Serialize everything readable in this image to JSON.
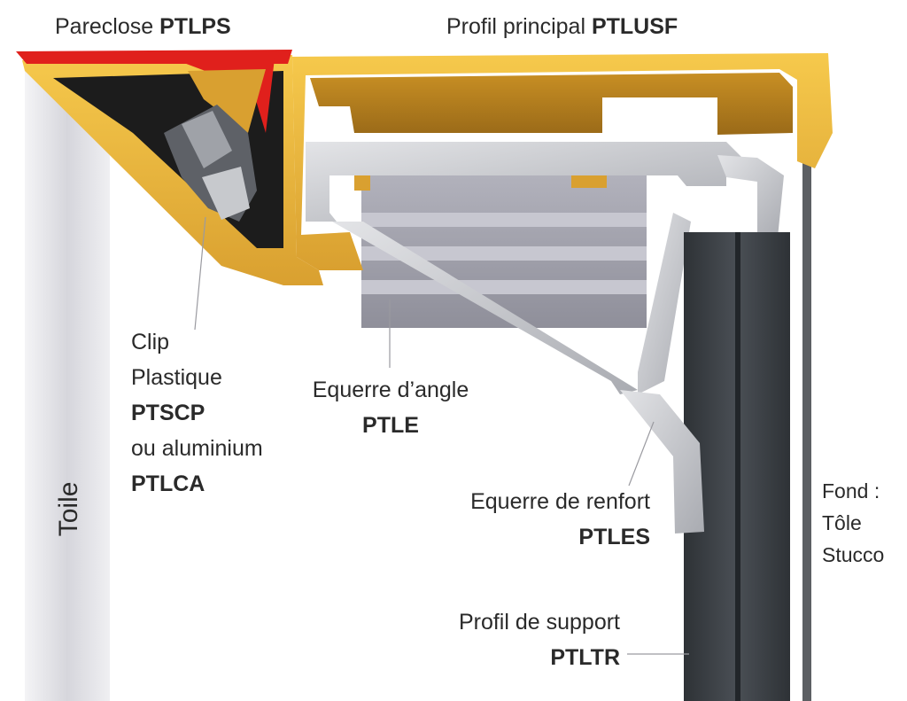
{
  "labels": {
    "pareclose": {
      "text": "Pareclose",
      "code": "PTLPS"
    },
    "profil_principal": {
      "text": "Profil principal",
      "code": "PTLUSF"
    },
    "clip": {
      "line1": "Clip",
      "line2": "Plastique",
      "code1": "PTSCP",
      "line3": "ou aluminium",
      "code2": "PTLCA"
    },
    "equerre_angle": {
      "text": "Equerre d’angle",
      "code": "PTLE"
    },
    "equerre_renfort": {
      "text": "Equerre de renfort",
      "code": "PTLES"
    },
    "profil_support": {
      "text": "Profil de support",
      "code": "PTLTR"
    },
    "fond": {
      "line1": "Fond :",
      "line2": "Tôle",
      "line3": "Stucco"
    },
    "toile": "Toile"
  },
  "colors": {
    "frame_gold": "#e9b43a",
    "frame_dark_gold": "#b9821c",
    "pareclose_red": "#e0201c",
    "aluminium": "#c9cbd0",
    "support_dark": "#3c4146",
    "canvas_grey": "#e2e2e6"
  }
}
